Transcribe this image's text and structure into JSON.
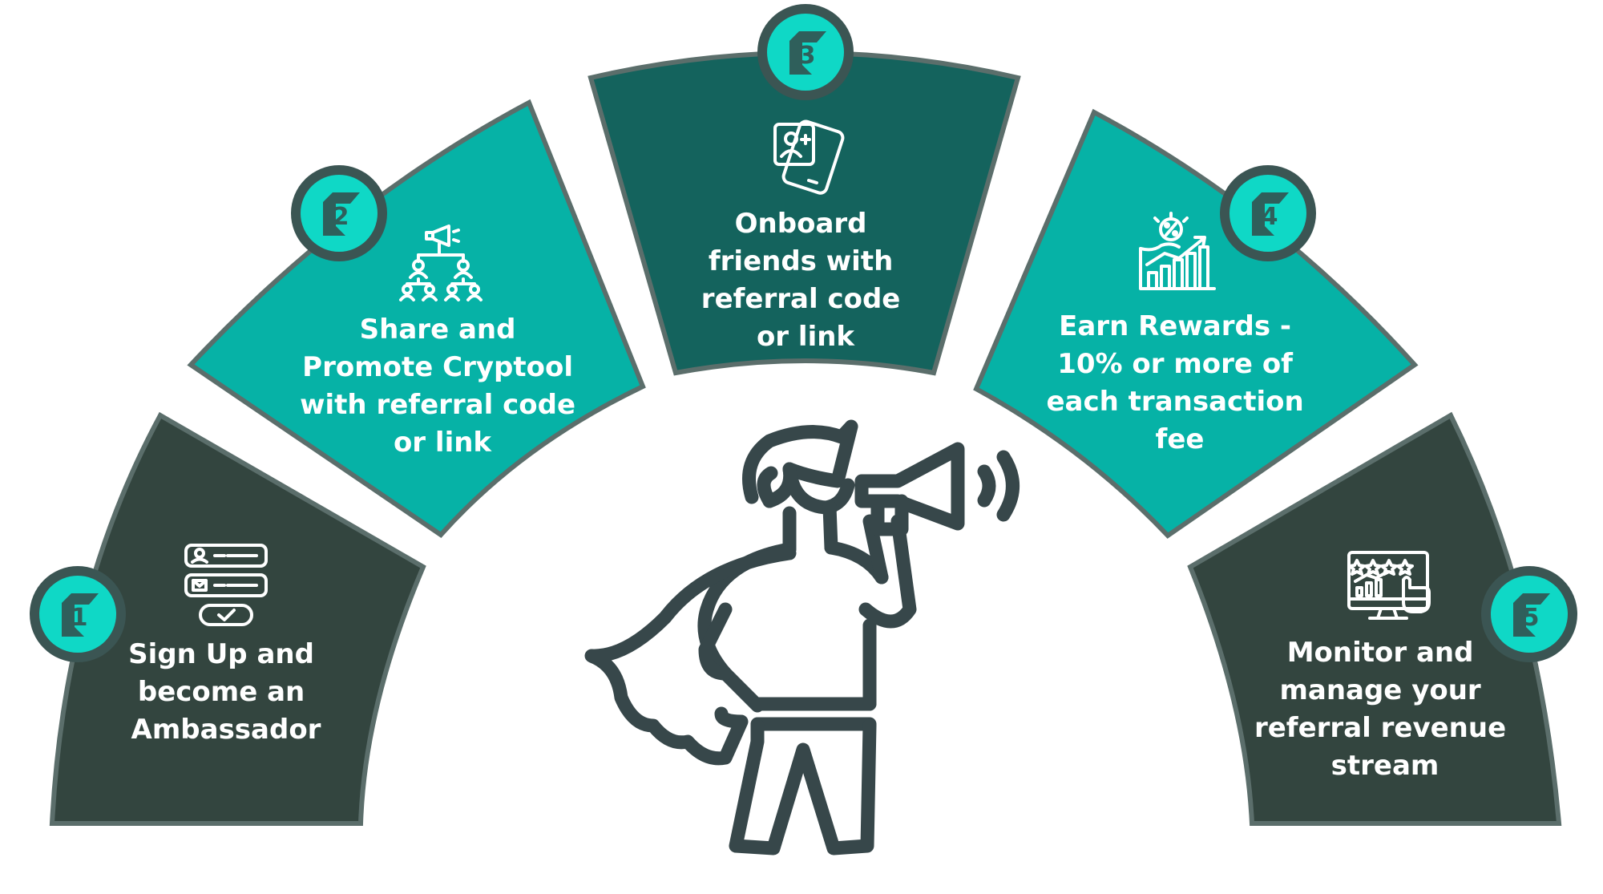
{
  "colors": {
    "dark": "#33453f",
    "mid_dark": "#14635d",
    "teal": "#06b2a6",
    "border": "#5b6e6b",
    "badge_fill": "#0fd8c6",
    "badge_ring": "#3b5553",
    "hero_stroke": "#37474a"
  },
  "steps": [
    {
      "number": "1",
      "lines": [
        "Sign Up and",
        "become an",
        "Ambassador"
      ],
      "icon": "signup-form-icon",
      "color": "dark"
    },
    {
      "number": "2",
      "lines": [
        "Share and",
        "Promote Cryptool",
        "with referral code",
        "or link"
      ],
      "icon": "megaphone-network-icon",
      "color": "teal"
    },
    {
      "number": "3",
      "lines": [
        "Onboard",
        "friends with",
        "referral code",
        "or link"
      ],
      "icon": "phone-add-user-icon",
      "color": "mid_dark"
    },
    {
      "number": "4",
      "lines": [
        "Earn Rewards -",
        "10% or more of",
        "each transaction",
        "fee"
      ],
      "icon": "percent-growth-chart-icon",
      "color": "teal"
    },
    {
      "number": "5",
      "lines": [
        "Monitor and",
        "manage your",
        "referral revenue",
        "stream"
      ],
      "icon": "dashboard-monitor-icon",
      "color": "dark"
    }
  ],
  "central_figure": "superhero-megaphone-icon"
}
